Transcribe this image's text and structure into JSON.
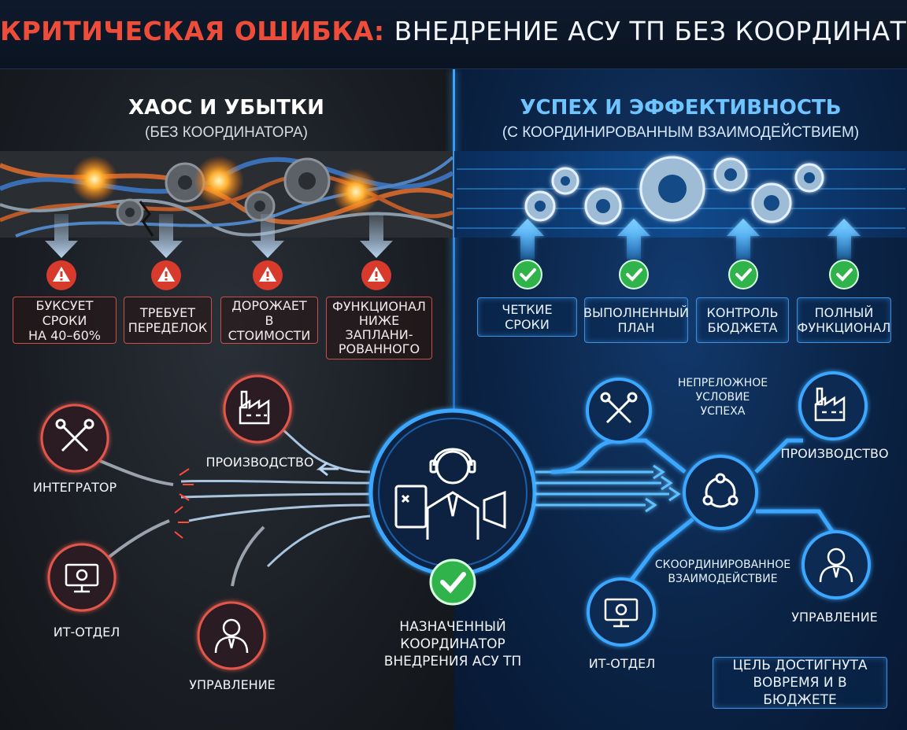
{
  "header": {
    "title_red": "КРИТИЧЕСКАЯ ОШИБКА:",
    "title_white": "ВНЕДРЕНИЕ АСУ ТП БЕЗ КООРДИНАТОРА"
  },
  "left": {
    "title": "ХАОС И УБЫТКИ",
    "subtitle": "(БЕЗ КООРДИНАТОРА)",
    "problems": [
      {
        "line1": "БУКСУЕТ СРОКИ",
        "line2": "НА 40–60%",
        "line3": "",
        "line4": ""
      },
      {
        "line1": "ТРЕБУЕТ",
        "line2": "ПЕРЕДЕЛОК",
        "line3": "",
        "line4": ""
      },
      {
        "line1": "ДОРОЖАЕТ",
        "line2": "В СТОИМОСТИ",
        "line3": "",
        "line4": ""
      },
      {
        "line1": "ФУНКЦИОНАЛ",
        "line2": "НИЖЕ",
        "line3": "ЗАПЛАНИ-",
        "line4": "РОВАННОГО"
      }
    ],
    "nodes": {
      "integrator": "ИНТЕГРАТОР",
      "production": "ПРОИЗВОДСТВО",
      "it": "ИТ-ОТДЕЛ",
      "management": "УПРАВЛЕНИЕ"
    }
  },
  "center": {
    "line1": "НАЗНАЧЕННЫЙ",
    "line2": "КООРДИНАТОР",
    "line3": "ВНЕДРЕНИЯ АСУ ТП"
  },
  "right": {
    "title": "УСПЕХ И ЭФФЕКТИВНОСТЬ",
    "subtitle": "(С КООРДИНИРОВАННЫМ ВЗАИМОДЕЙСТВИЕМ)",
    "results": [
      {
        "line1": "ЧЕТКИЕ СРОКИ",
        "line2": ""
      },
      {
        "line1": "ВЫПОЛНЕННЫЙ",
        "line2": "ПЛАН"
      },
      {
        "line1": "КОНТРОЛЬ",
        "line2": "БЮДЖЕТА"
      },
      {
        "line1": "ПОЛНЫЙ",
        "line2": "ФУНКЦИОНАЛ"
      }
    ],
    "condition": {
      "line1": "НЕПРЕЛОЖНОЕ",
      "line2": "УСЛОВИЕ",
      "line3": "УСПЕХА"
    },
    "coordinated": {
      "line1": "СКООРДИНИРОВАННОЕ",
      "line2": "ВЗАИМОДЕЙСТВИЕ"
    },
    "nodes": {
      "production": "ПРОИЗВОДСТВО",
      "management": "УПРАВЛЕНИЕ",
      "it": "ИТ-ОТДЕЛ"
    },
    "goal": {
      "line1": "ЦЕЛЬ ДОСТИГНУТА",
      "line2": "ВОВРЕМЯ И В БЮДЖЕТЕ"
    }
  },
  "colors": {
    "red": "#ef4d3a",
    "blue": "#3aa7ff",
    "green": "#2fb34a",
    "left_bg": "#1a1e24",
    "right_bg": "#0b2447"
  },
  "icons": {
    "warning": "warning-icon",
    "check": "check-icon",
    "tools": "wrench-screwdriver-icon",
    "factory": "factory-icon",
    "monitor": "monitor-gear-icon",
    "person": "businessman-icon",
    "coordinator": "headset-person-icon",
    "chain": "chain-icon",
    "network": "network-circle-icon",
    "gear": "gear-icon"
  }
}
